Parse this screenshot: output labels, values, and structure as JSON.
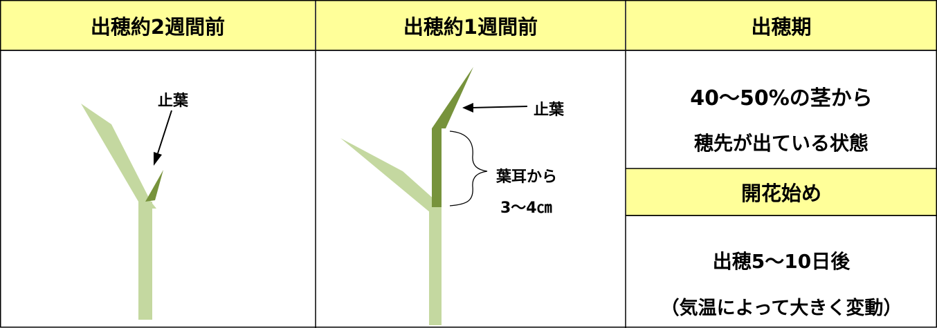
{
  "columns": [
    {
      "header": "出穂約2週間前",
      "flag_leaf_label": "止葉"
    },
    {
      "header": "出穂約1週間前",
      "flag_leaf_label": "止葉",
      "gap_label_line1": "葉耳から",
      "gap_label_line2": "3〜4㎝"
    },
    {
      "header": "出穂期",
      "description_line1": "40〜50%の茎から",
      "description_line2": "穂先が出ている状態"
    }
  ],
  "flowering": {
    "header": "開花始め",
    "line1": "出穂5〜10日後",
    "line2": "（気温によって大きく変動）"
  },
  "colors": {
    "header_bg": "#ffff99",
    "light_leaf": "#c4d8a0",
    "flag_leaf": "#77933c",
    "border": "#000000"
  }
}
